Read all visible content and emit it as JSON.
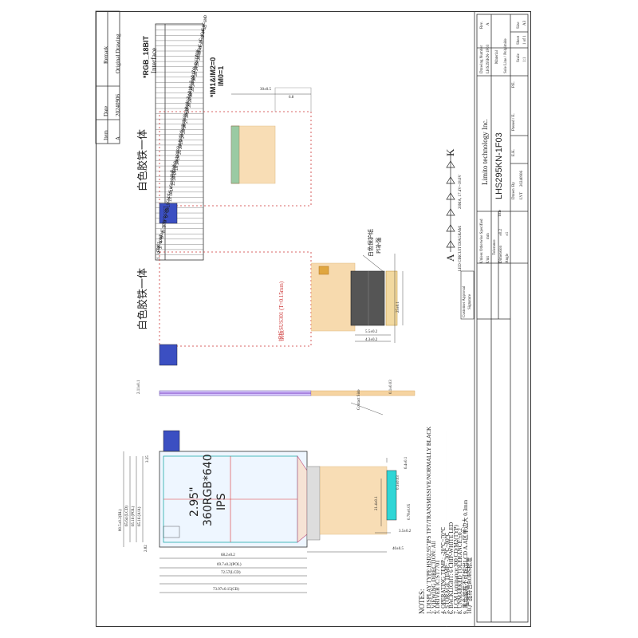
{
  "revision_table": {
    "headers": {
      "item": "Item",
      "date": "Date",
      "remark": "Remark"
    },
    "rows": [
      {
        "item": "A",
        "date": "20240906",
        "remark": "Original Drawing"
      }
    ]
  },
  "interface": {
    "title": "*RGB_18BIT",
    "subtitle": "Interface",
    "pins": [
      "1 LEDK",
      "2 VCI",
      "3 VDDI",
      "4 NC",
      "5 NC",
      "6 TP1",
      "7 TP2",
      "8 RESET",
      "9 CS",
      "10 SCL",
      "11 SDI",
      "12 VS",
      "13 HS",
      "14 ENABLE",
      "15 DOTCLK",
      "16 SDA",
      "17 DB0",
      "18 DB1",
      "19 DB2",
      "20 DB3",
      "21 DB4",
      "22 DB5",
      "23 DB6",
      "24 DB7",
      "25 DB8",
      "26 DB9",
      "27 DB10",
      "28 DB11",
      "29 DB12",
      "30 DB13",
      "31 DB14",
      "32 DB15",
      "33 DB16",
      "34 DB17",
      "35 SDO",
      "36 GND",
      "37 LEDA",
      "38 LEDK",
      "39 NC",
      "40 NC",
      "41 NC",
      "42 NC",
      "43 NC",
      "44 NC",
      "45 GND"
    ],
    "mode1": "*IM1&IM2=0",
    "mode2": "IM0=1"
  },
  "labels": {
    "white_glue_iron_1": "白色胶铁一体",
    "white_glue_iron_2": "白色胶铁一体",
    "steel_sheet": "钢板SUS301 (T=0.15mm)",
    "contact_side": "Contact Side",
    "white_glue_tab": "白色保护纸",
    "pi_tab": "PI补强",
    "display_size": "2.95\"",
    "display_resolution": "360RGB*640",
    "display_type": "IPS"
  },
  "led_circuit": {
    "anode": "A",
    "cathode": "K",
    "caption": "LED CIRCUIT DIAGRAM:",
    "spec": "20MA, 17.4V~18.6V"
  },
  "notes": {
    "title": "NOTES:",
    "items": [
      "1. DISPLAY TYPE:HSD2.95\"IPS TFT/TRANSMISSIVE/NORMALLY BLACK",
      "2. VIEWING DIRECTION: All",
      "3. DRIVER IC:ST7701",
      "4. OPERATING TEMP.: -20℃~70℃",
      "5. STORAGE TEMP.: -30℃~80℃",
      "6. BACKLIGHT: 6 CHIP-WHITE LED",
      "7. LCM Luminance:300 CD/M2(TYP)",
      "8. UNMARKED TOLERANCE:±0.2",
      "9. 黑色胶框不可超出LCD A.A区单边大 0.3mm",
      "10.产品符合ROHS标准"
    ]
  },
  "dimensions": {
    "d1": "80.5±0.2(BL)",
    "d2": "65.64 (LCD)",
    "d3": "65.16 (POL)",
    "d4": "65.16 (A/A)",
    "d5": "2.82",
    "d6": "3.25",
    "d7": "68.2±0.2",
    "d8": "69.7±0.2(POL)",
    "d9": "72.57(LCD)",
    "d10": "73.97±0.15(CB)",
    "d11": "40±0.5",
    "d12": "2.11±0.1",
    "d13": "0.1±0.03",
    "d14": "5.5±0.2",
    "d15": "4.3±0.2",
    "d16": "25±0.1",
    "d17": "30±0.5",
    "d18": "6.8",
    "d19": "21.4±0.1",
    "d20": "6.4±0.1",
    "d21": "0.3±0.03",
    "d22": "0.78±0.05",
    "d23": "3.5±0.2"
  },
  "approval": {
    "customer_approval": "Customer Approval",
    "signature": "Signature"
  },
  "title_block": {
    "company": "Limito technology Inc.",
    "part_number": "LHS295KN-1F03",
    "title_label": "Title",
    "drawn_label": "Drawn",
    "drawn_value": "LYT",
    "date_value": "20240906",
    "by_label": "By",
    "checked_label": "E.K.",
    "passed_label": "Passed / E.",
    "pe_label": "P.E.",
    "tolerance_label": "Tolerance",
    "dimension_label": "Dimension",
    "dimension_value": "±0.2",
    "angle_label": "Angle",
    "angle_value": "±1",
    "unit_label": "Unit",
    "unit_value": "mm",
    "scale_label": "Scale",
    "scale_value": "1:1",
    "sheet_label": "Sheet",
    "sheet_value": "1 of 1",
    "size_label": "Size",
    "size_value": "A3",
    "rev_label": "Rev.",
    "rev_value": "A",
    "material_label": "Material",
    "material_value": "Sole Line / Polyimide",
    "drawing_number_label": "Drawing Number",
    "drawing_number_value": "LHS295KN-1F03",
    "unit_desc": "Unless Otherwise Specified"
  }
}
